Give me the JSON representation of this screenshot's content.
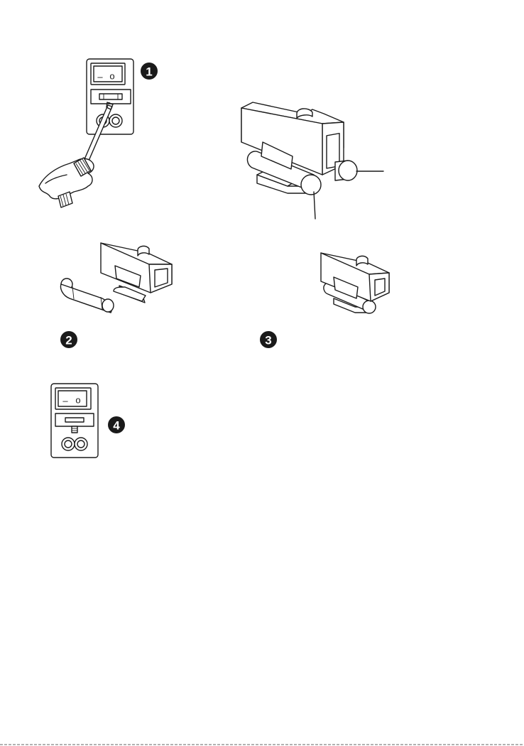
{
  "steps": [
    {
      "number": "1"
    },
    {
      "number": "2"
    },
    {
      "number": "3"
    },
    {
      "number": "4"
    }
  ],
  "switch_marks": {
    "off": "–",
    "on": "o"
  },
  "colors": {
    "ink": "#1a1a1a",
    "paper": "#ffffff"
  }
}
